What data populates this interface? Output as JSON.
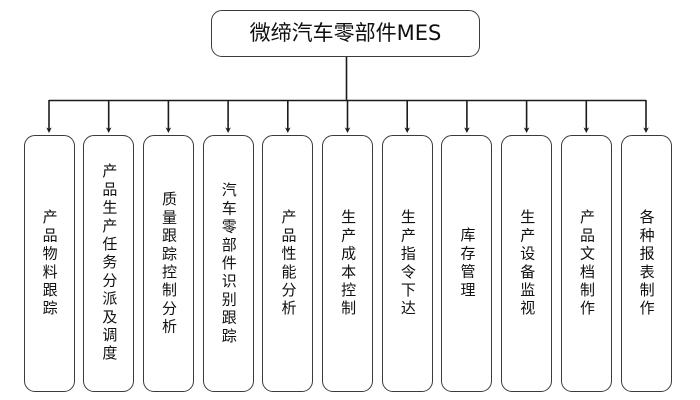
{
  "diagram": {
    "title": "微缔汽车零部件MES",
    "root": {
      "label": "微缔汽车零部件MES",
      "shape": "rounded-rectangle"
    },
    "style": {
      "background_color": "#ffffff",
      "line_color": "#3b3b3b",
      "text_color": "#111111",
      "box_fill": "#ffffff"
    },
    "children": [
      {
        "label": "产品物料跟踪"
      },
      {
        "label": "产品生产任务分派及调度"
      },
      {
        "label": "质量跟踪控制分析"
      },
      {
        "label": "汽车零部件识别跟踪"
      },
      {
        "label": "产品性能分析"
      },
      {
        "label": "生产成本控制"
      },
      {
        "label": "生产指令下达"
      },
      {
        "label": "库存管理"
      },
      {
        "label": "生产设备监视"
      },
      {
        "label": "产品文档制作"
      },
      {
        "label": "各种报表制作"
      }
    ]
  }
}
